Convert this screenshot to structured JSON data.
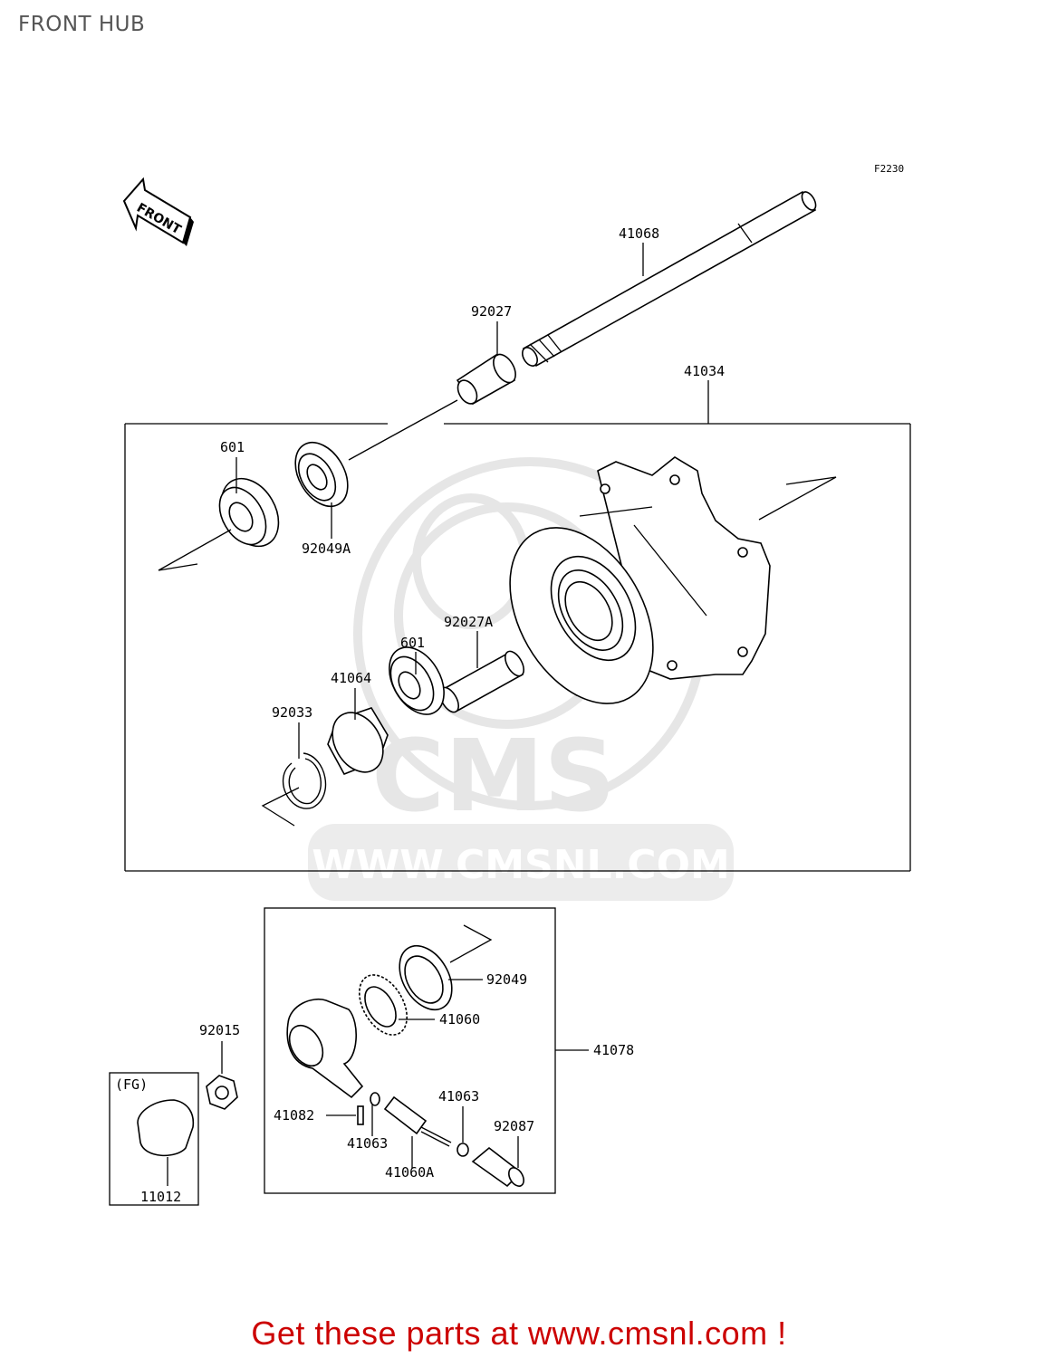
{
  "title": "FRONT HUB",
  "figure_code": "F2230",
  "front_arrow_label": "FRONT",
  "watermark": {
    "logo": "CMS",
    "url": "WWW.CMSNL.COM"
  },
  "parts": {
    "axle": "41068",
    "collar": "92027",
    "hub_assy": "41034",
    "bearing_left": "601",
    "seal_left": "92049A",
    "collar_inner": "92027A",
    "bearing_right": "601",
    "drive_dog": "41064",
    "circlip": "92033",
    "seal_gear": "92049",
    "gear": "41060",
    "gear_housing_assy": "41078",
    "bolt_fg": "92015",
    "pin": "41082",
    "washer_a": "41063",
    "washer_b": "41063",
    "pinion": "41060A",
    "bushing": "92087",
    "cap": "11012"
  },
  "fg_label": "(FG)",
  "promo": "Get these parts at www.cmsnl.com !",
  "colors": {
    "promo": "#cc0000",
    "title": "#555555",
    "watermark": "#e6e6e6"
  }
}
